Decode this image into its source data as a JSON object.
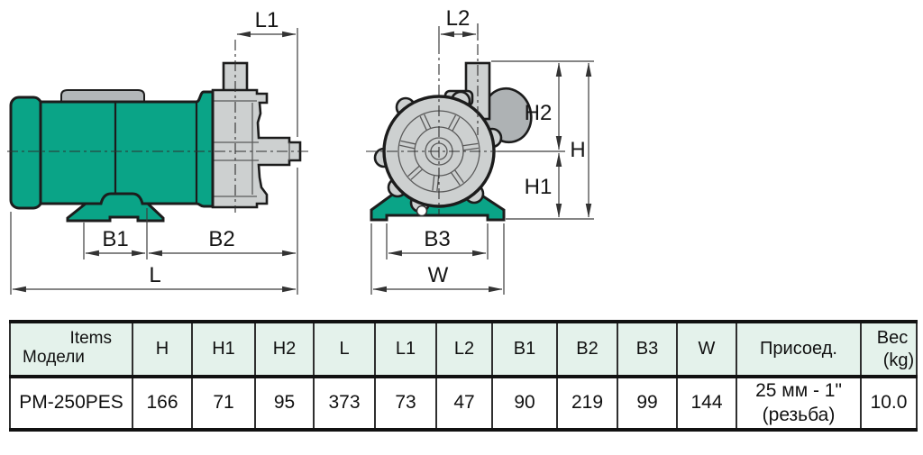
{
  "diagram": {
    "labels": {
      "L1": "L1",
      "L2": "L2",
      "H": "H",
      "H1": "H1",
      "H2": "H2",
      "B1": "B1",
      "B2": "B2",
      "B3": "B3",
      "W": "W",
      "L": "L"
    },
    "colors": {
      "pump_green": "#0aa487",
      "metal_gray": "#cdd0d0",
      "dark_outline": "#1c1c1c",
      "table_header_mint": "#e4f2eb",
      "model_cell_gray": "#e2e2e3"
    }
  },
  "table": {
    "corner": {
      "top_right": "Items",
      "bottom_left": "Модели"
    },
    "headers": [
      "H",
      "H1",
      "H2",
      "L",
      "L1",
      "L2",
      "B1",
      "B2",
      "B3",
      "W",
      "Присоед."
    ],
    "weight_header": {
      "line1": "Вес",
      "line2": "(kg)"
    },
    "row": {
      "model": "PM-250PES",
      "values": [
        "166",
        "71",
        "95",
        "373",
        "73",
        "47",
        "90",
        "219",
        "99",
        "144"
      ],
      "connection": {
        "line1": "25 мм - 1\"",
        "line2": "(резьба)"
      },
      "weight": "10.0"
    }
  }
}
